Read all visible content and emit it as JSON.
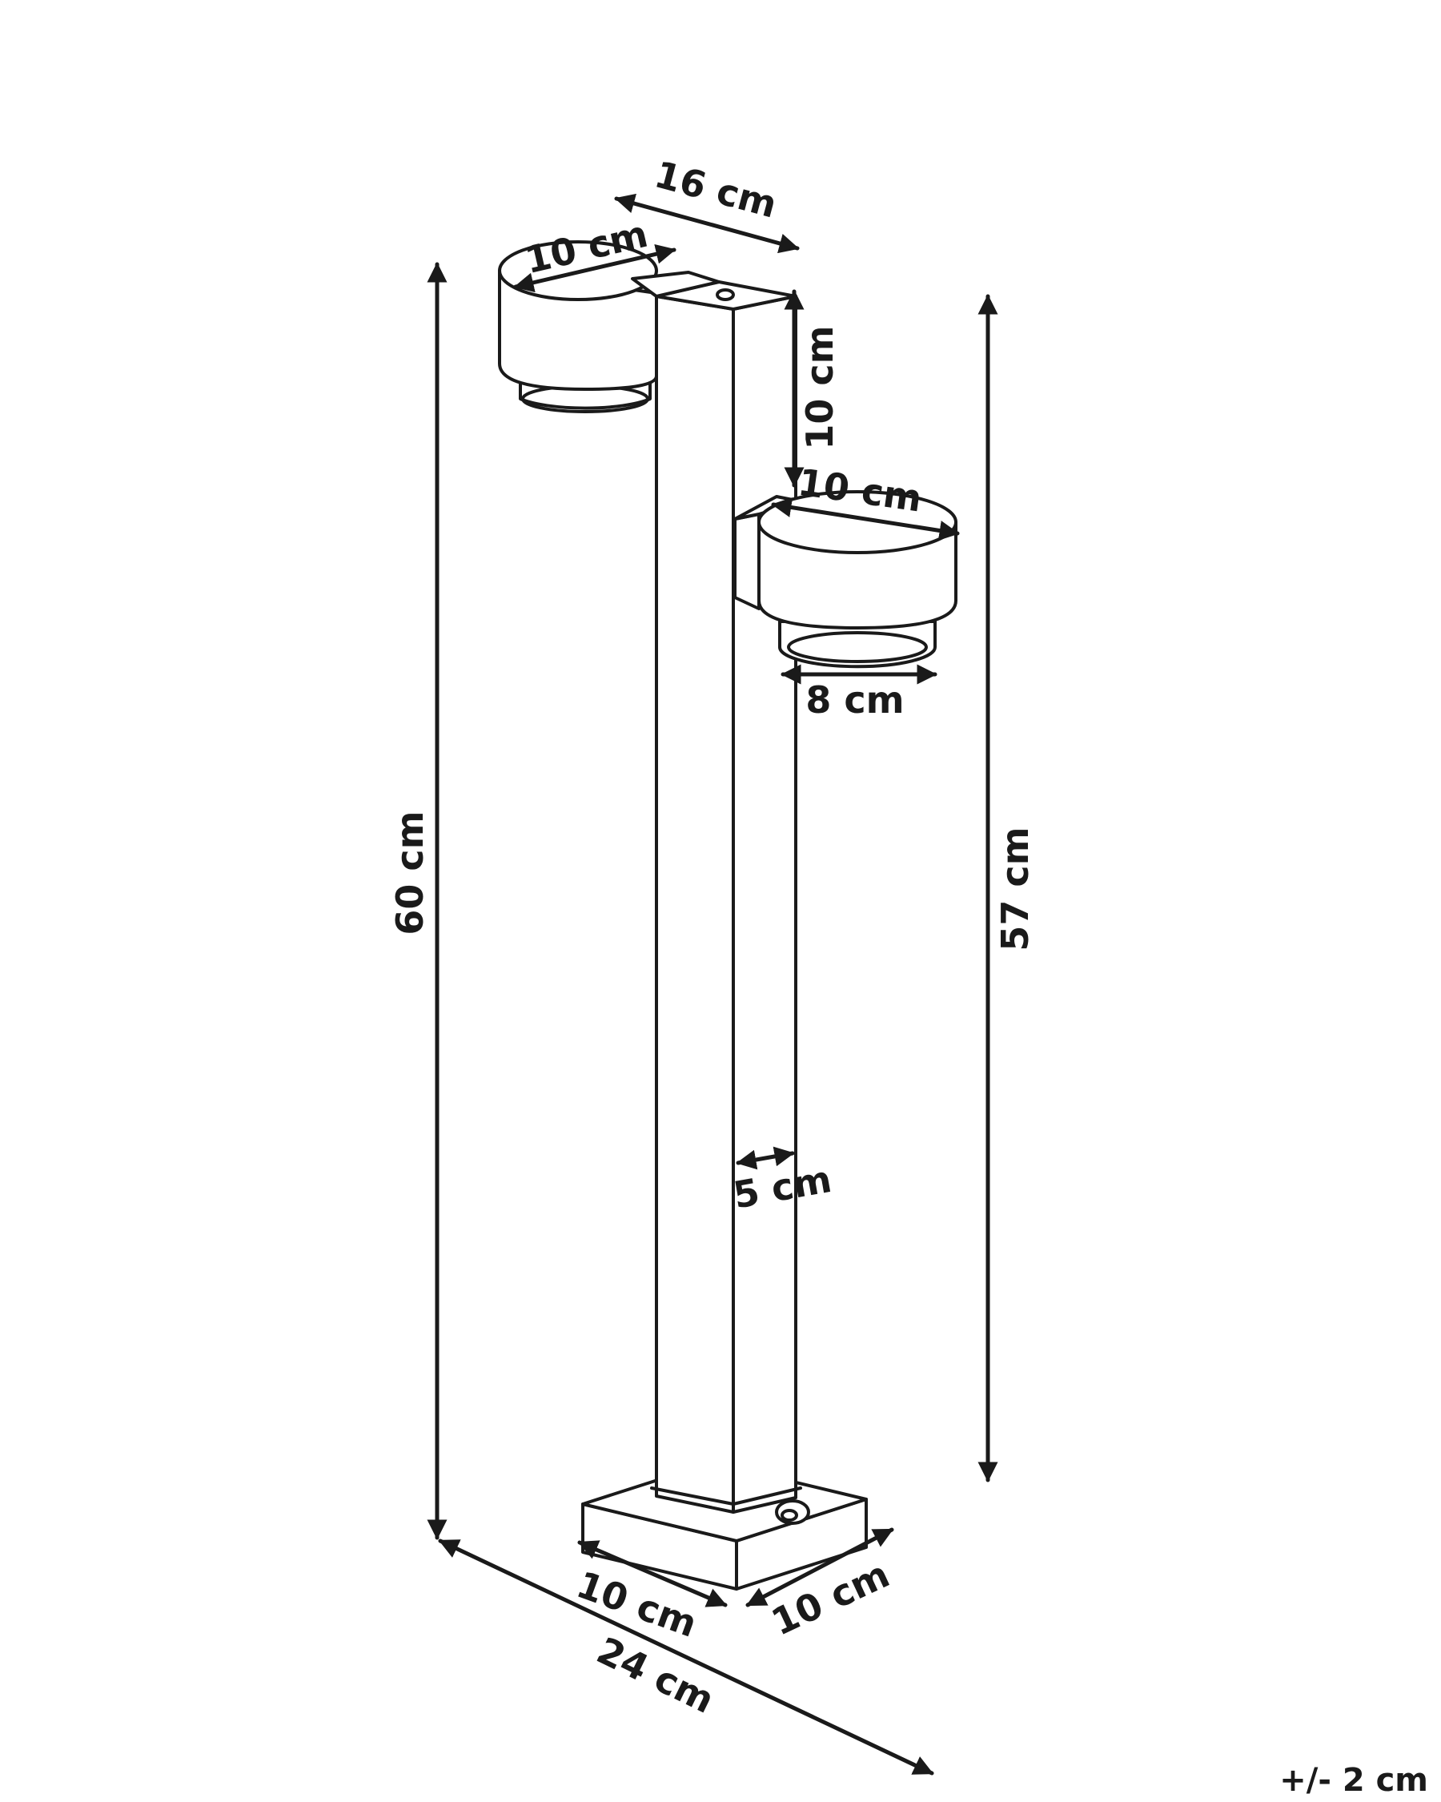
{
  "diagram": {
    "dimensions": {
      "top_width": "16 cm",
      "upper_head_diameter": "10 cm",
      "head_spacing": "10 cm",
      "lower_head_diameter": "10 cm",
      "lens_diameter": "8 cm",
      "total_height": "60 cm",
      "lower_height": "57 cm",
      "post_width": "5 cm",
      "base_depth": "10 cm",
      "base_width": "10 cm",
      "footprint": "24 cm"
    },
    "tolerance": "+/- 2 cm"
  }
}
